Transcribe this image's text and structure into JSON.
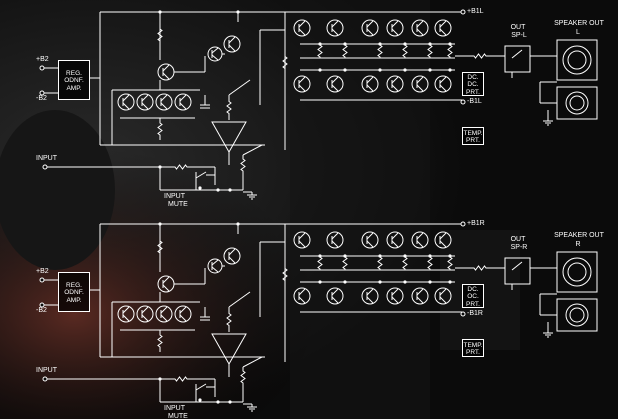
{
  "colors": {
    "line": "#ffffff",
    "background": "#0b0b0b",
    "photo_dark": "#1a1a1a",
    "accent_red": "#6a2a22"
  },
  "channels": [
    {
      "id": "L",
      "plus_b2": "+B2",
      "minus_b2": "-B2",
      "reg_lines": [
        "REG.",
        "ODNF.",
        "AMP."
      ],
      "plus_b1": "+B1L",
      "minus_b1": "-B1L",
      "dc_lines": [
        "DC.",
        "DC.",
        "PRT."
      ],
      "temp_lines": [
        "TEMP.",
        "PRT."
      ],
      "out_label": "OUT",
      "sp_label": "SP-L",
      "speaker_out": "SPEAKER OUT",
      "speaker_ch": "L",
      "input": "INPUT",
      "input_mute": [
        "INPUT",
        "MUTE"
      ]
    },
    {
      "id": "R",
      "plus_b2": "+B2",
      "minus_b2": "-B2",
      "reg_lines": [
        "REG.",
        "ODNF.",
        "AMP."
      ],
      "plus_b1": "+B1R",
      "minus_b1": "-B1R",
      "dc_lines": [
        "DC.",
        "OC.",
        "PRT."
      ],
      "temp_lines": [
        "TEMP.",
        "PRT."
      ],
      "out_label": "OUT",
      "sp_label": "SP-R",
      "speaker_out": "SPEAKER OUT",
      "speaker_ch": "R",
      "input": "INPUT",
      "input_mute": [
        "INPUT",
        "MUTE"
      ]
    }
  ]
}
